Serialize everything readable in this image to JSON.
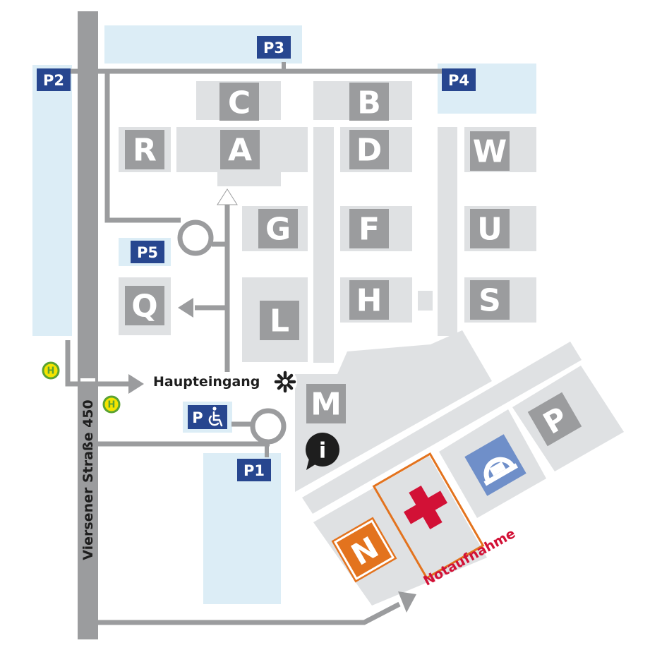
{
  "street": "Viersener Straße 450",
  "main_entrance": "Haupteingang",
  "emergency": "Notaufnahme",
  "bus_stop": "H",
  "info_symbol": "i",
  "parking": {
    "p1": "P1",
    "p2": "P2",
    "p3": "P3",
    "p4": "P4",
    "p5": "P5",
    "disabled": "P",
    "garage": "P"
  },
  "buildings": {
    "a": "A",
    "b": "B",
    "c": "C",
    "d": "D",
    "f": "F",
    "g": "G",
    "h": "H",
    "l": "L",
    "m": "M",
    "n": "N",
    "q": "Q",
    "r": "R",
    "s": "S",
    "u": "U",
    "w": "W"
  },
  "colors": {
    "road": "#9b9c9e",
    "building": "#dfe1e3",
    "parking_area": "#dcedf6",
    "parking_label": "#27468f",
    "emergency_orange": "#e3731e",
    "emergency_red": "#d21136",
    "bus_stop_green": "#5aa332",
    "bus_stop_yellow": "#f4e400",
    "helipad_blue": "#6f8fc9"
  },
  "icons": [
    "wheelchair-icon",
    "info-icon",
    "bus-stop-icon",
    "emergency-cross-icon",
    "helipad-icon",
    "entrance-star-icon",
    "arrow-icon"
  ]
}
